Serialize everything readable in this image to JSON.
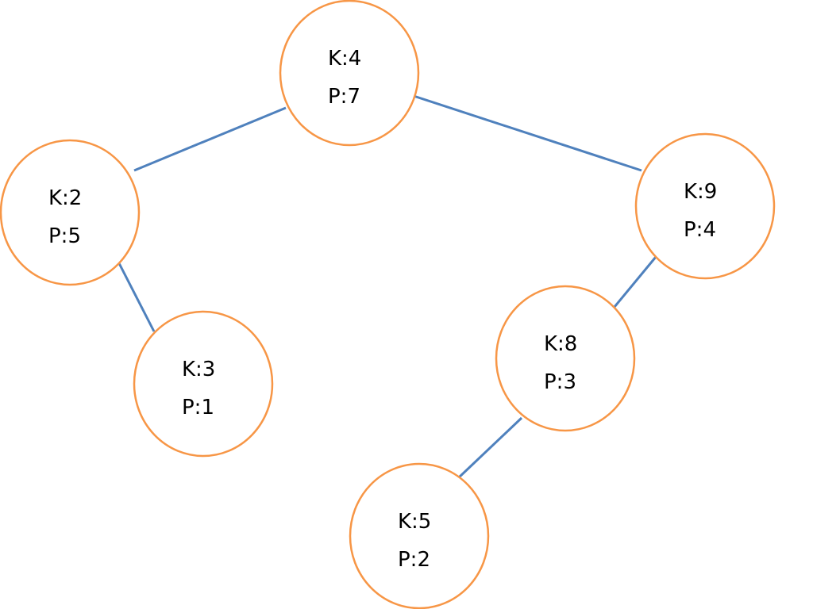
{
  "diagram": {
    "colors": {
      "edge": "#4f81bd",
      "node_border": "#f79646",
      "node_fill": "#ffffff",
      "text": "#000000",
      "background": "#ffffff"
    },
    "nodes": [
      {
        "id": "n4",
        "key": "K:4",
        "priority": "P:7"
      },
      {
        "id": "n2",
        "key": "K:2",
        "priority": "P:5"
      },
      {
        "id": "n9",
        "key": "K:9",
        "priority": "P:4"
      },
      {
        "id": "n3",
        "key": "K:3",
        "priority": "P:1"
      },
      {
        "id": "n8",
        "key": "K:8",
        "priority": "P:3"
      },
      {
        "id": "n5",
        "key": "K:5",
        "priority": "P:2"
      }
    ],
    "edges": [
      {
        "from": "n4",
        "to": "n2"
      },
      {
        "from": "n4",
        "to": "n9"
      },
      {
        "from": "n2",
        "to": "n3"
      },
      {
        "from": "n9",
        "to": "n8"
      },
      {
        "from": "n8",
        "to": "n5"
      }
    ]
  }
}
